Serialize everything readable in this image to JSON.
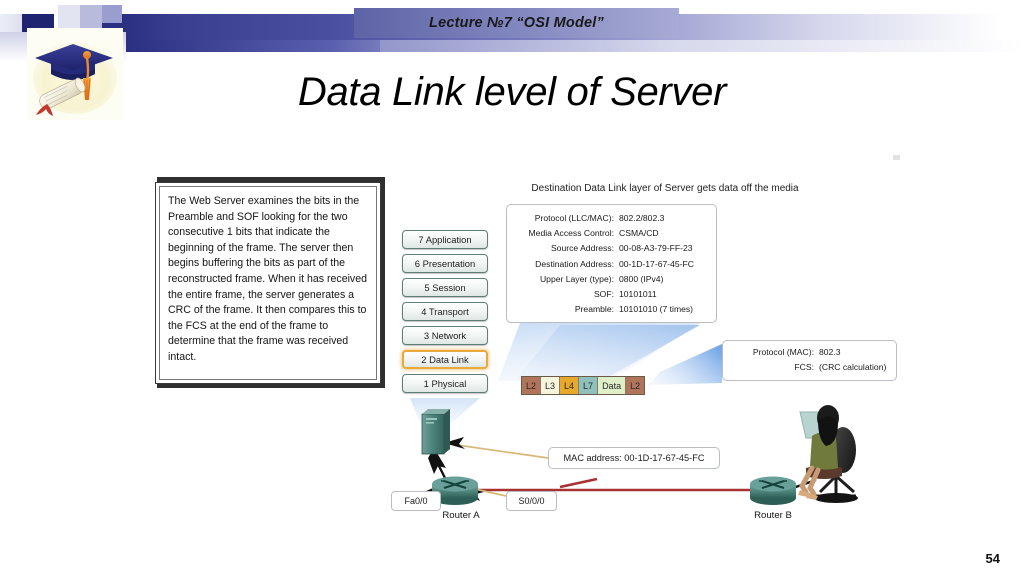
{
  "header": {
    "lecture_plate": "Lecture  №7 “OSI Model”",
    "logo_icon": "graduation-cap-diploma-logo"
  },
  "title": "Data Link level of Server",
  "page_number": "54",
  "description_box": {
    "text": "The Web Server examines the bits in the Preamble and SOF looking for the two consecutive 1 bits that indicate the beginning of the frame. The server then begins buffering the bits as part of the reconstructed frame. When it has received the entire frame, the server generates a CRC of the frame. It then compares this to the FCS at the end of the frame to determine that the frame was received intact."
  },
  "osi_stack": {
    "highlight_layer": "2 Data Link",
    "layers": [
      {
        "label": "7 Application"
      },
      {
        "label": "6 Presentation"
      },
      {
        "label": "5 Session"
      },
      {
        "label": "4 Transport"
      },
      {
        "label": "3 Network"
      },
      {
        "label": "2 Data Link"
      },
      {
        "label": "1 Physical"
      }
    ]
  },
  "destination_caption": "Destination Data Link layer of Server gets data off the media",
  "protocol_box": {
    "rows": [
      {
        "key": "Protocol (LLC/MAC):",
        "value": "802.2/802.3"
      },
      {
        "key": "Media Access Control:",
        "value": "CSMA/CD"
      },
      {
        "key": "Source Address:",
        "value": "00-08-A3-79-FF-23"
      },
      {
        "key": "Destination Address:",
        "value": "00-1D-17-67-45-FC"
      },
      {
        "key": "Upper Layer (type):",
        "value": "0800 (IPv4)"
      },
      {
        "key": "SOF:",
        "value": "10101011"
      },
      {
        "key": "Preamble:",
        "value": "10101010 (7 times)"
      }
    ]
  },
  "mac_protocol_box": {
    "rows": [
      {
        "key": "Protocol (MAC):",
        "value": "802.3"
      },
      {
        "key": "FCS:",
        "value": "(CRC calculation)"
      }
    ]
  },
  "mac_callout": "MAC address: 00-1D-17-67-45-FC",
  "pdu_blocks": [
    {
      "label": "L2",
      "color": "#b0745a"
    },
    {
      "label": "L3",
      "color": "#f7f4dd"
    },
    {
      "label": "L4",
      "color": "#e8a829"
    },
    {
      "label": "L7",
      "color": "#8fc0bb"
    },
    {
      "label": "Data",
      "color": "#dff0c8"
    },
    {
      "label": "L2",
      "color": "#b0745a"
    }
  ],
  "network": {
    "server_icon": "server-tower-icon",
    "router_a_icon": "router-icon",
    "router_b_icon": "router-icon",
    "user_icon": "seated-person-icon",
    "interface_labels": [
      {
        "name": "fa00",
        "label": "Fa0/0"
      },
      {
        "name": "s000",
        "label": "S0/0/0"
      }
    ],
    "device_labels": [
      {
        "name": "router-a",
        "label": "Router A"
      },
      {
        "name": "router-b",
        "label": "Router B"
      }
    ]
  },
  "colors": {
    "band_dark_blue": "#2b2f82",
    "plate_purple": "#7e83bd",
    "highlight_orange": "#e9a93b",
    "device_teal": "#4f8a82",
    "serial_link_red": "#a83232",
    "callout_arrow_tan": "#d6b877",
    "beam_blue": "#7fa8e0"
  }
}
